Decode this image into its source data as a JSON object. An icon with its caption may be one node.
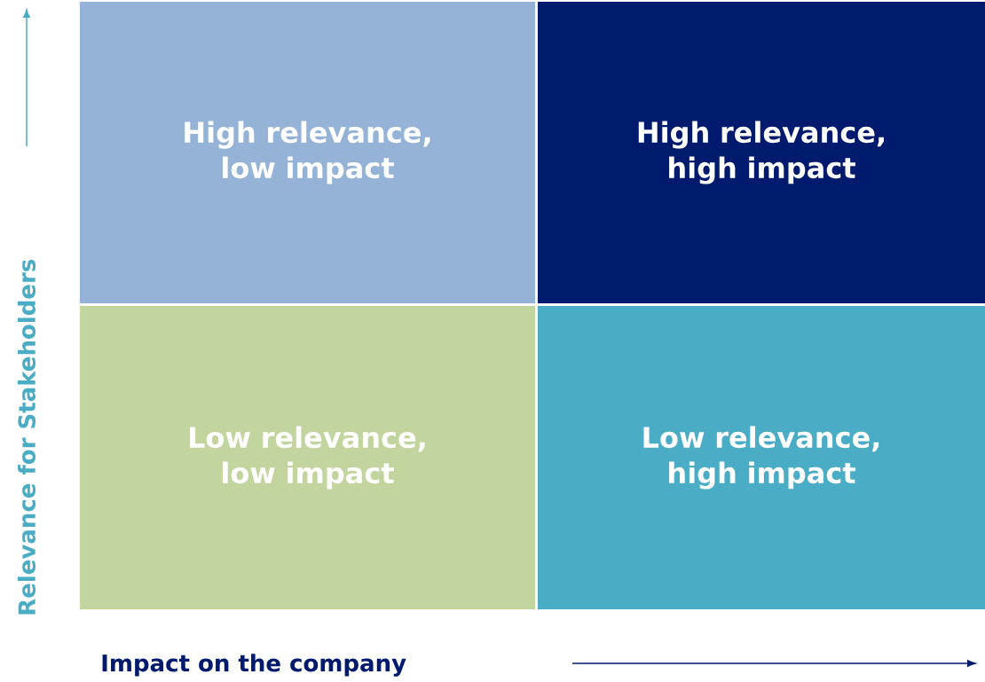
{
  "diagram": {
    "nodes": [
      {
        "text": [
          "High relevance, low impact"
        ]
      },
      {
        "text": [
          "High relevance, high impact"
        ]
      },
      {
        "text": [
          "Low relevance, low impact"
        ]
      },
      {
        "text": [
          "Low relevance, high impact"
        ]
      }
    ],
    "labels": [
      "Relevance for Stakeholders",
      "Impact on the company"
    ]
  }
}
